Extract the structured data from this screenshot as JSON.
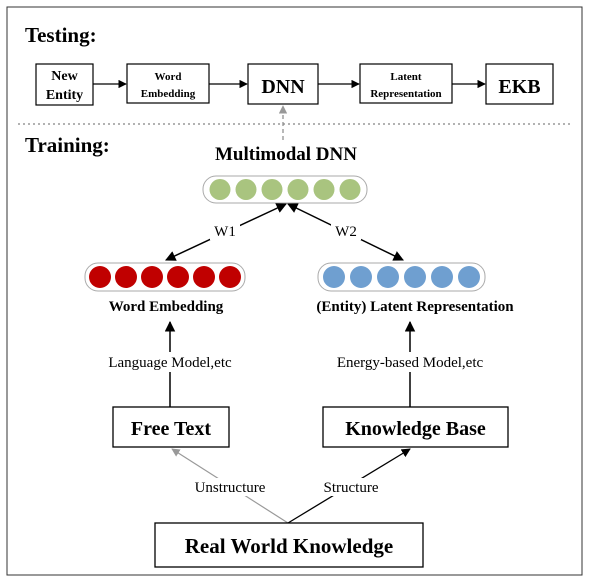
{
  "colors": {
    "green_node": "#a9c47f",
    "red_node": "#c00000",
    "blue_node": "#6f9fd0",
    "box_border": "#000000",
    "dashed_arrow": "#999999"
  },
  "testing": {
    "heading": "Testing:",
    "box1_line1": "New",
    "box1_line2": "Entity",
    "box2_line1": "Word",
    "box2_line2": "Embedding",
    "box3": "DNN",
    "box4_line1": "Latent",
    "box4_line2": "Representation",
    "box5": "EKB"
  },
  "training": {
    "heading": "Training:",
    "multimodal_title": "Multimodal DNN",
    "w1": "W1",
    "w2": "W2",
    "word_embedding": "Word Embedding",
    "latent_representation": "(Entity) Latent Representation",
    "language_model": "Language Model,etc",
    "energy_model": "Energy-based Model,etc",
    "free_text": "Free Text",
    "knowledge_base": "Knowledge Base",
    "unstructure": "Unstructure",
    "structure": "Structure",
    "real_world": "Real World Knowledge",
    "node_count": 6
  }
}
